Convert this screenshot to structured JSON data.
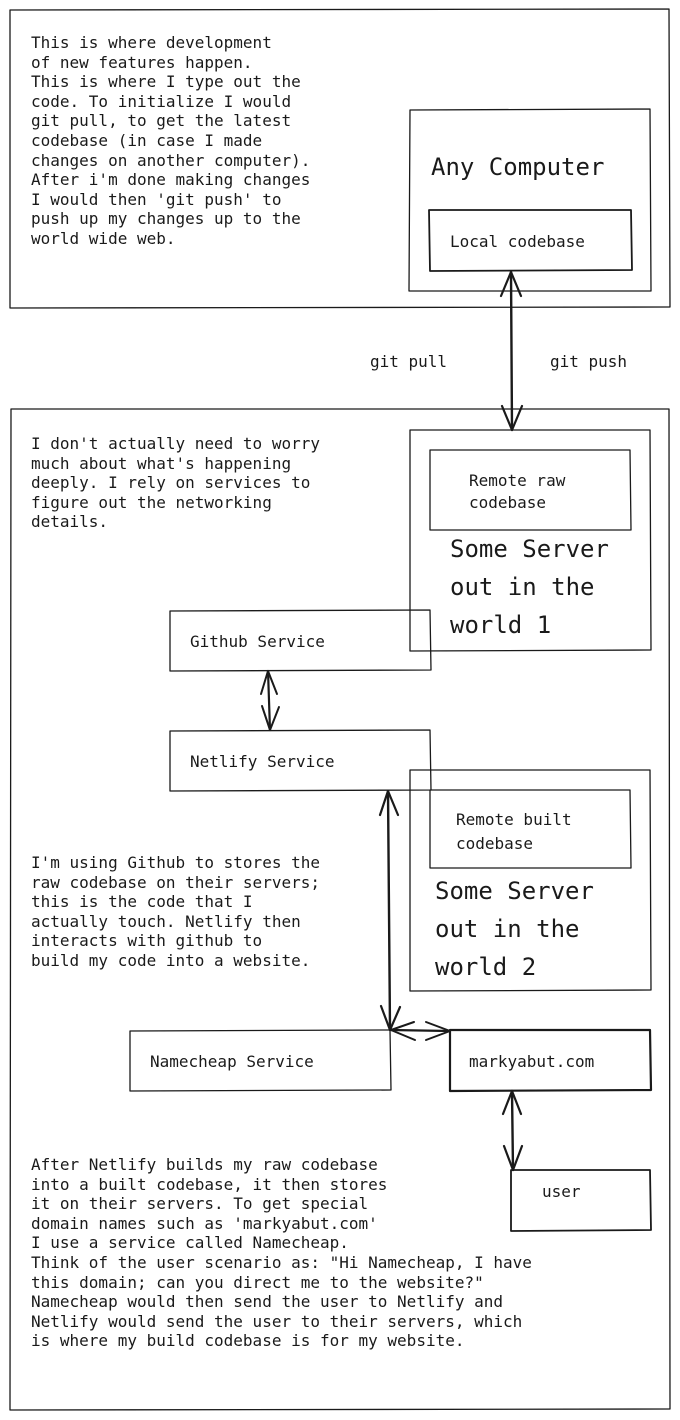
{
  "notes": {
    "development": "This is where development\nof new features happen.\nThis is where I type out the\ncode. To initialize I would\ngit pull, to get the latest\ncodebase (in case I made\nchanges on another computer).\nAfter i'm done making changes\nI would then 'git push' to\npush up my changes up to the\nworld wide web.",
    "services": "I don't actually need to worry\nmuch about what's happening\ndeeply. I rely on services to\nfigure out the networking\ndetails.",
    "github": "I'm using Github to stores the\nraw codebase on their servers;\nthis is the code that I\nactually touch. Netlify then\ninteracts with github to\nbuild my code into a website.",
    "netlify": "After Netlify builds my raw codebase\ninto a built codebase, it then stores\nit on their servers. To get special\ndomain names such as 'markyabut.com'\nI use a service called Namecheap.\nThink of the user scenario as: \"Hi Namecheap, I have\nthis domain; can you direct me to the website?\"\nNamecheap would then send the user to Netlify and\nNetlify would send the user to their servers, which\nis where my build codebase is for my website."
  },
  "boxes": {
    "any_computer": "Any Computer",
    "local_codebase": "Local codebase",
    "remote_raw": "Remote raw\ncodebase",
    "server_1": "Some Server\nout in the\nworld 1",
    "github_service": "Github Service",
    "netlify_service": "Netlify Service",
    "remote_built": "Remote built\ncodebase",
    "server_2": "Some Server\nout in the\nworld 2",
    "namecheap_service": "Namecheap Service",
    "domain": "markyabut.com",
    "user": "user"
  },
  "edges": {
    "git_pull": "git pull",
    "git_push": "git push"
  }
}
